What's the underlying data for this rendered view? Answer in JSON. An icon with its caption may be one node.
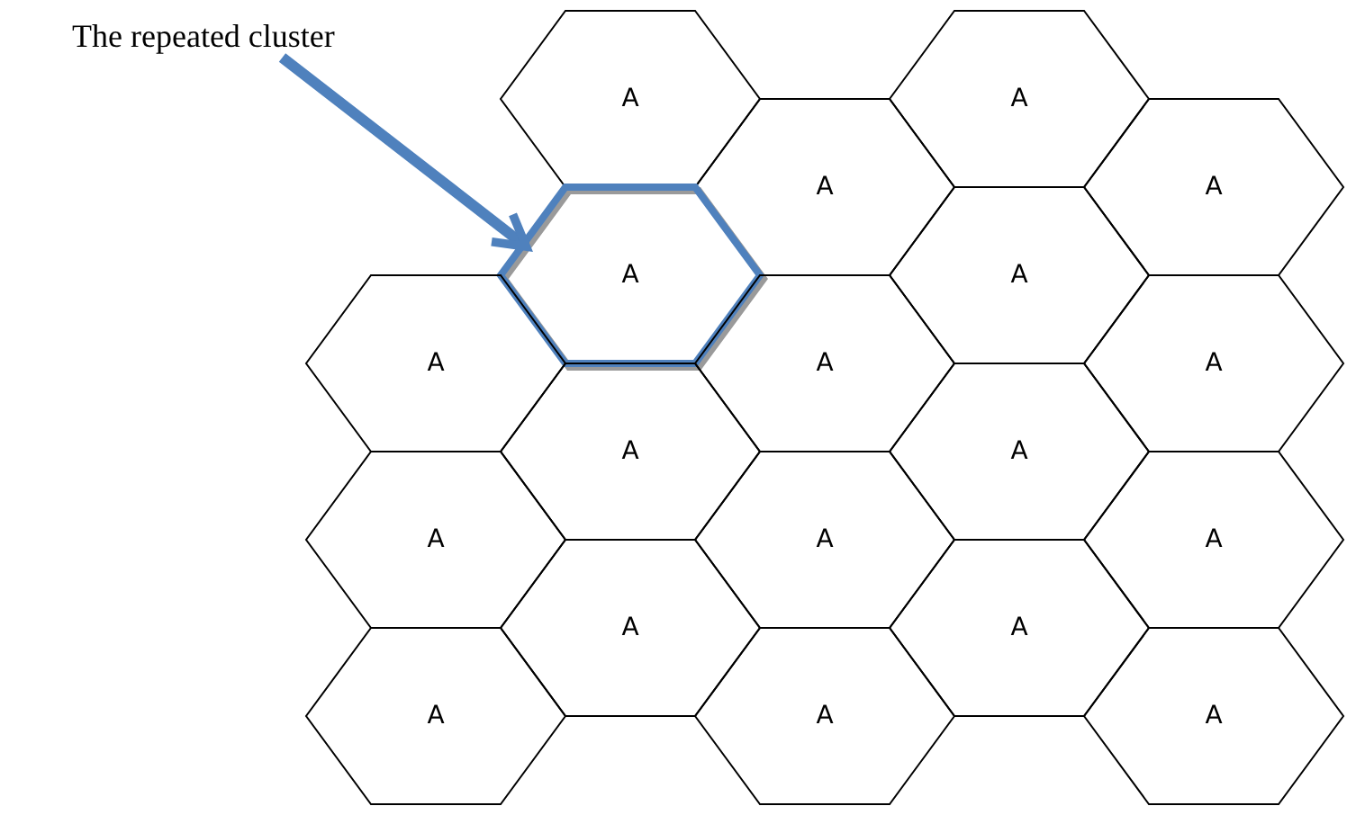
{
  "diagram": {
    "nodes": [
      {
        "text": [
          "The repeated cluster"
        ]
      },
      {
        "text": [
          "A"
        ]
      },
      {
        "text": [
          "A"
        ]
      },
      {
        "text": [
          "A"
        ]
      },
      {
        "text": [
          "A"
        ]
      },
      {
        "text": [
          "A"
        ]
      },
      {
        "text": [
          "A"
        ]
      },
      {
        "text": [
          "A"
        ]
      },
      {
        "text": [
          "A"
        ]
      },
      {
        "text": [
          "A"
        ]
      },
      {
        "text": [
          "A"
        ]
      },
      {
        "text": [
          "A"
        ]
      },
      {
        "text": [
          "A"
        ]
      },
      {
        "text": [
          "A"
        ]
      },
      {
        "text": [
          "A"
        ]
      },
      {
        "text": [
          "A"
        ]
      },
      {
        "text": [
          "A"
        ]
      },
      {
        "text": [
          "A"
        ]
      },
      {
        "text": [
          "A"
        ]
      },
      {
        "text": [
          "A"
        ]
      }
    ],
    "edges": [
      {
        "from": 0,
        "to": 5,
        "arrow": "to",
        "color": "#4f81bd"
      }
    ]
  }
}
